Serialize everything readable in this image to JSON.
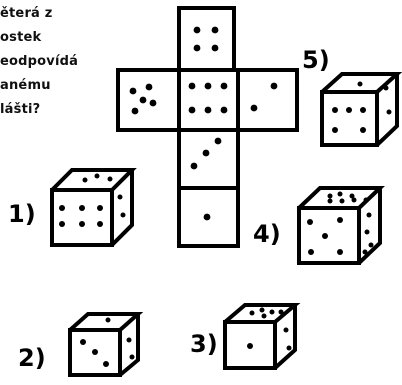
{
  "question": {
    "lines": [
      "ěterá z",
      "ostek",
      "eodpovídá",
      "anému",
      "lášti?"
    ]
  },
  "options": {
    "labels": [
      "1)",
      "2)",
      "3)",
      "4)",
      "5)"
    ]
  }
}
